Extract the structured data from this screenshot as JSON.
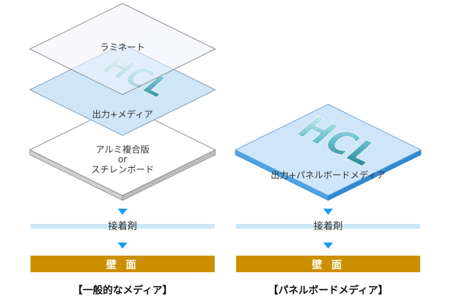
{
  "general_media": {
    "caption": "【一般的なメディア】",
    "layers": {
      "laminate": "ラミネート",
      "print_media": "出力+メディア",
      "substrate_line1": "アルミ複合版",
      "substrate_line2": "or",
      "substrate_line3": "スチレンボード"
    },
    "logo": "HCL",
    "adhesive": "接着剤",
    "wall": "壁 面"
  },
  "panel_media": {
    "caption": "【パネルボードメディア】",
    "layers": {
      "panel": "出力+パネルボードメディア"
    },
    "logo": "HCL",
    "adhesive": "接着剤",
    "wall": "壁 面"
  },
  "colors": {
    "layer_blue": "#cfe6f8",
    "panel_blue": "#cfe6fa",
    "panel_edge": "#4ea3e6",
    "substrate_edge": "#bdbdbd",
    "adhesive_band": "#cde8f6",
    "arrow_blue": "#1a9cf0",
    "wall_gold": "#cc8f00",
    "logo_teal": "#2a8fa0"
  }
}
